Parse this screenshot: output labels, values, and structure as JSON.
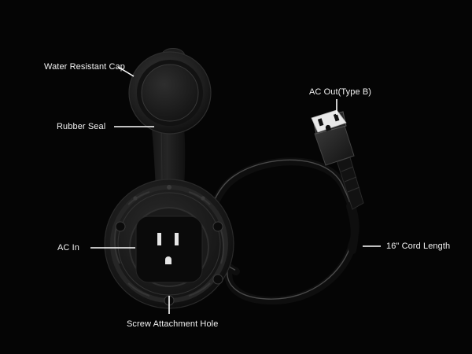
{
  "callouts": {
    "water_resistant_cap": "Water Resistant Cap",
    "rubber_seal": "Rubber Seal",
    "ac_in": "AC In",
    "screw_attachment_hole": "Screw Attachment Hole",
    "ac_out": "AC Out(Type B)",
    "cord_length": "16\" Cord Length"
  },
  "colors": {
    "background": "#050505",
    "text": "#f2f2f2",
    "plastic": "#1c1c1c",
    "plastic_highlight": "#3a3a3a"
  }
}
